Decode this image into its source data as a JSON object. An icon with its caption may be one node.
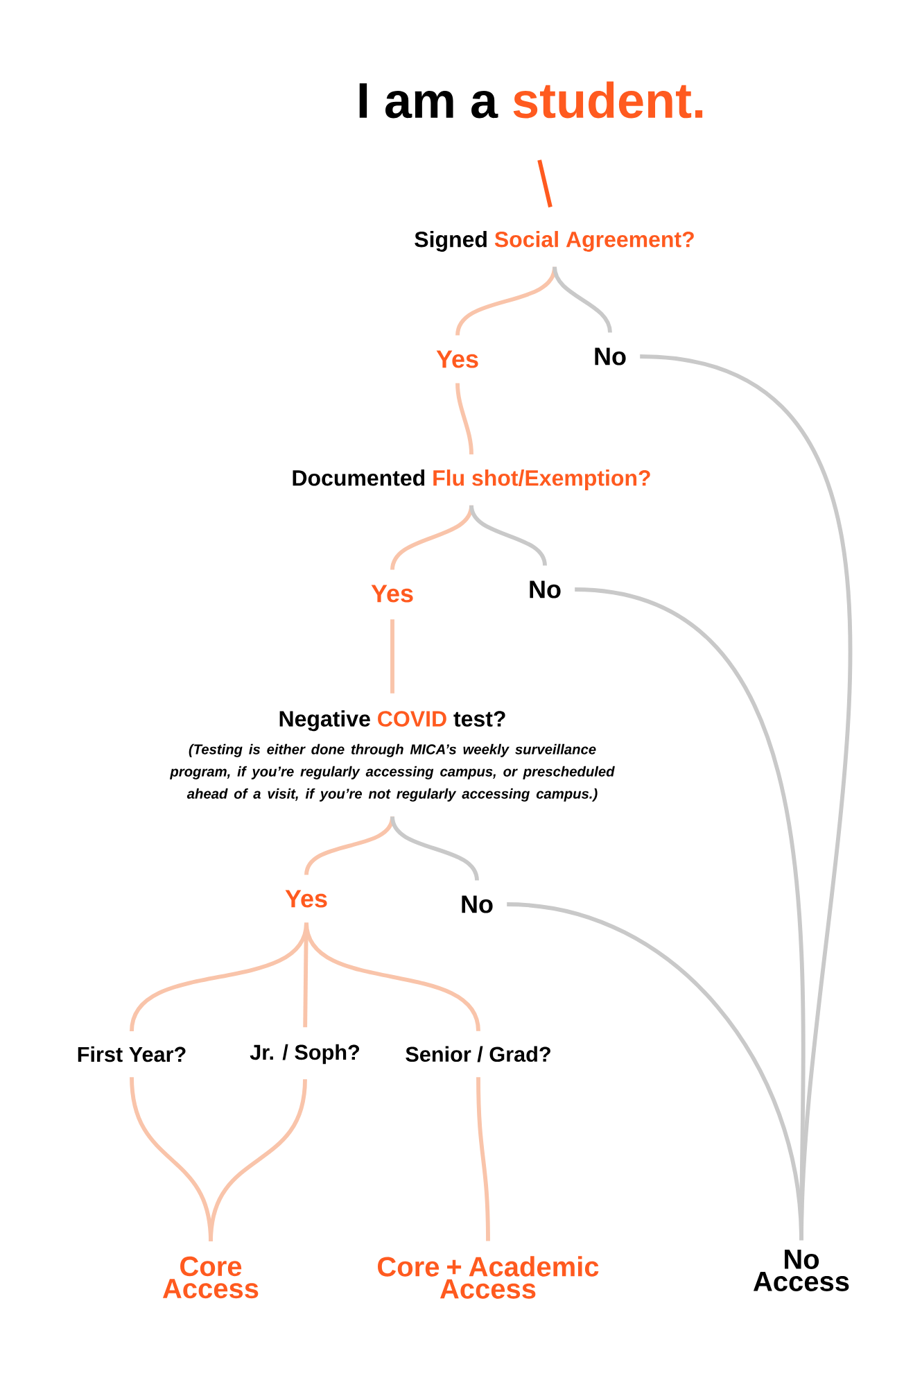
{
  "diagram": {
    "nodes": [
      {
        "text": [
          "I am a",
          "student."
        ]
      },
      {
        "text": [
          "Signed",
          "Social Agreement?"
        ]
      },
      {
        "text": [
          "Yes"
        ]
      },
      {
        "text": [
          "No"
        ]
      },
      {
        "text": [
          "Documented",
          "Flu shot/Exemption?"
        ]
      },
      {
        "text": [
          "Yes"
        ]
      },
      {
        "text": [
          "No"
        ]
      },
      {
        "text": [
          "Negative",
          "COVID",
          "test?",
          "(Testing is either done through MICA’s weekly surveillance program, if you’re regularly accessing campus, or prescheduled ahead of a visit, if you’re not regularly accessing campus.)"
        ]
      },
      {
        "text": [
          "Yes"
        ]
      },
      {
        "text": [
          "No"
        ]
      },
      {
        "text": [
          "First Year?"
        ]
      },
      {
        "text": [
          "Jr. / Soph?"
        ]
      },
      {
        "text": [
          "Senior / Grad?"
        ]
      },
      {
        "text": [
          "Core Access"
        ]
      },
      {
        "text": [
          "Core + Academic Access"
        ]
      },
      {
        "text": [
          "No Access"
        ]
      }
    ],
    "edges": [
      {
        "from": 0,
        "to": 1,
        "arrow": "none",
        "color": "#ff5a1f"
      },
      {
        "from": 1,
        "to": 2,
        "arrow": "none"
      },
      {
        "from": 1,
        "to": 3,
        "arrow": "none",
        "color": "#c9c9c9"
      },
      {
        "from": 2,
        "to": 4,
        "arrow": "none"
      },
      {
        "from": 4,
        "to": 5,
        "arrow": "none"
      },
      {
        "from": 4,
        "to": 6,
        "arrow": "none",
        "color": "#c9c9c9"
      },
      {
        "from": 5,
        "to": 7,
        "arrow": "none"
      },
      {
        "from": 7,
        "to": 8,
        "arrow": "none"
      },
      {
        "from": 7,
        "to": 9,
        "arrow": "none",
        "color": "#c9c9c9"
      },
      {
        "from": 8,
        "to": 10,
        "arrow": "none"
      },
      {
        "from": 8,
        "to": 11,
        "arrow": "none"
      },
      {
        "from": 8,
        "to": 12,
        "arrow": "none"
      },
      {
        "from": 10,
        "to": 13,
        "arrow": "none"
      },
      {
        "from": 11,
        "to": 13,
        "arrow": "none"
      },
      {
        "from": 12,
        "to": 14,
        "arrow": "none"
      },
      {
        "from": 3,
        "to": 15,
        "arrow": "none",
        "color": "#c9c9c9"
      },
      {
        "from": 6,
        "to": 15,
        "arrow": "none",
        "color": "#c9c9c9"
      },
      {
        "from": 9,
        "to": 15,
        "arrow": "none",
        "color": "#c9c9c9"
      }
    ]
  }
}
